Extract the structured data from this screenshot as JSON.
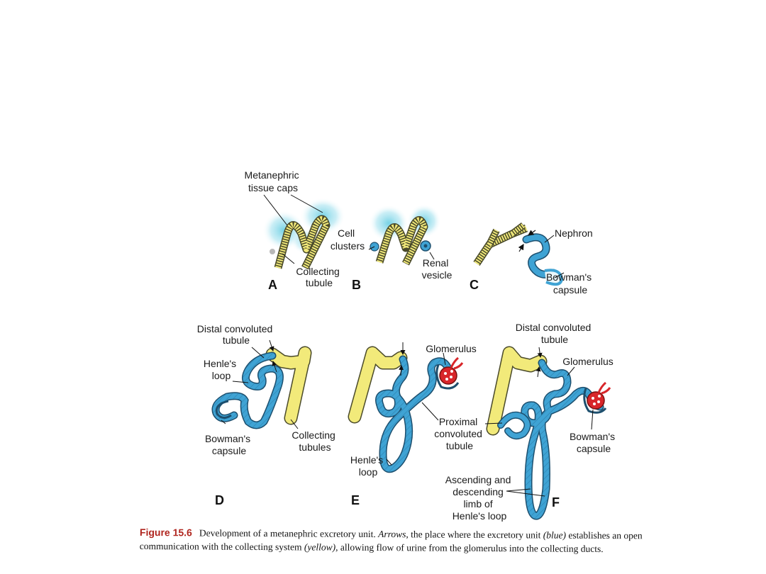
{
  "labels": {
    "metanephric": [
      "Metanephric",
      "tissue caps"
    ],
    "cell_clusters": [
      "Cell",
      "clusters"
    ],
    "collecting_tubule": [
      "Collecting",
      "tubule"
    ],
    "renal_vesicle": [
      "Renal",
      "vesicle"
    ],
    "nephron": "Nephron",
    "bowmans_c": [
      "Bowman's",
      "capsule"
    ],
    "distal_d": [
      "Distal convoluted",
      "tubule"
    ],
    "henles_d": [
      "Henle's",
      "loop"
    ],
    "bowmans_d": [
      "Bowman's",
      "capsule"
    ],
    "collecting_tubules": [
      "Collecting",
      "tubules"
    ],
    "glomerulus_e": "Glomerulus",
    "proximal": [
      "Proximal",
      "convoluted",
      "tubule"
    ],
    "henles_e": [
      "Henle's",
      "loop"
    ],
    "distal_f": [
      "Distal convoluted",
      "tubule"
    ],
    "glomerulus_f": "Glomerulus",
    "bowmans_f": [
      "Bowman's",
      "capsule"
    ],
    "ascending": [
      "Ascending and",
      "descending",
      "limb of",
      "Henle's loop"
    ]
  },
  "panels": [
    "A",
    "B",
    "C",
    "D",
    "E",
    "F"
  ],
  "caption": {
    "figure_number": "Figure 15.6",
    "part1": "Development of a metanephric excretory unit. ",
    "arrows": "Arrows,",
    "part2": " the place where the excretory unit ",
    "blue": "(blue)",
    "part3": " establishes an open communication with the collecting system ",
    "yellow": "(yellow),",
    "part4": " allowing flow of urine from the glomerulus into the collecting ducts."
  },
  "colors": {
    "collecting": "#f2ea7a",
    "excretory": "#3fa3d4",
    "tissue_caps": "#7fd4e6",
    "glomerulus": "#d8262a"
  }
}
